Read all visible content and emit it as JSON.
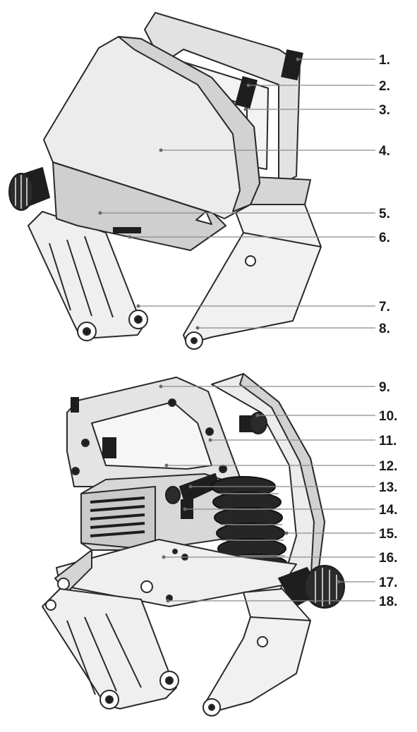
{
  "callouts": {
    "c1": "1.",
    "c2": "2.",
    "c3": "3.",
    "c4": "4.",
    "c5": "5.",
    "c6": "6.",
    "c7": "7.",
    "c8": "8.",
    "c9": "9.",
    "c10": "10.",
    "c11": "11.",
    "c12": "12.",
    "c13": "13.",
    "c14": "14.",
    "c15": "15.",
    "c16": "16.",
    "c17": "17.",
    "c18": "18."
  },
  "colors": {
    "line": "#2a2a2a",
    "guard": "#ececec",
    "guard_shade": "#c9c9c9",
    "body": "#dcdcdc",
    "dark": "#1e1e1e",
    "bellows": "#262626",
    "leader": "#8a8a8a"
  }
}
